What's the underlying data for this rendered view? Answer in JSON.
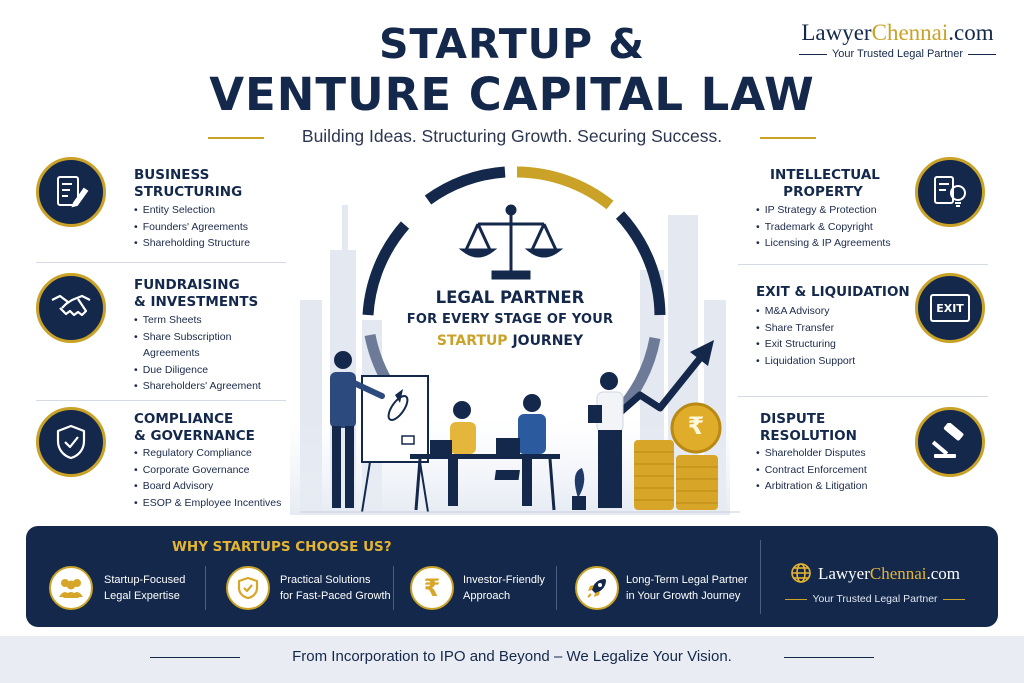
{
  "header": {
    "title_line1": "STARTUP &",
    "title_line2": "VENTURE CAPITAL LAW",
    "tagline": "Building Ideas. Structuring Growth. Securing Success."
  },
  "brand": {
    "name_main": "Lawyer",
    "name_accent": "Chennai",
    "name_suffix": ".com",
    "tagline": "Your Trusted Legal Partner"
  },
  "left_services": [
    {
      "title_1": "BUSINESS",
      "title_2": "STRUCTURING",
      "icon": "document-pen-icon",
      "items": [
        "Entity Selection",
        "Founders' Agreements",
        "Shareholding Structure"
      ]
    },
    {
      "title_1": "FUNDRAISING",
      "title_2": "& INVESTMENTS",
      "icon": "handshake-icon",
      "items": [
        "Term Sheets",
        "Share Subscription",
        "Agreements",
        "Due Diligence",
        "Shareholders' Agreement"
      ]
    },
    {
      "title_1": "COMPLIANCE",
      "title_2": "& GOVERNANCE",
      "icon": "shield-check-icon",
      "items": [
        "Regulatory Compliance",
        "Corporate Governance",
        "Board Advisory",
        "ESOP & Employee Incentives"
      ]
    }
  ],
  "right_services": [
    {
      "title_1": "INTELLECTUAL",
      "title_2": "PROPERTY",
      "icon": "ip-bulb-icon",
      "items": [
        "IP Strategy & Protection",
        "Trademark & Copyright",
        "Licensing & IP Agreements"
      ]
    },
    {
      "title_1": "EXIT & LIQUIDATION",
      "title_2": "",
      "icon": "exit-sign-icon",
      "icon_text": "EXIT",
      "items": [
        "M&A Advisory",
        "Share Transfer",
        "Exit Structuring",
        "Liquidation Support"
      ]
    },
    {
      "title_1": "DISPUTE",
      "title_2": "RESOLUTION",
      "icon": "gavel-icon",
      "items": [
        "Shareholder Disputes",
        "Contract Enforcement",
        "Arbitration & Litigation"
      ]
    }
  ],
  "center": {
    "line1": "LEGAL PARTNER",
    "line2": "FOR EVERY STAGE OF YOUR",
    "line3_accent": "STARTUP",
    "line3_rest": " JOURNEY",
    "icon": "scales-of-justice-icon",
    "coin_symbol": "₹"
  },
  "why": {
    "title": "WHY STARTUPS CHOOSE US?",
    "items": [
      {
        "icon": "team-icon",
        "line1": "Startup-Focused",
        "line2": "Legal Expertise"
      },
      {
        "icon": "shield-check-icon",
        "line1": "Practical Solutions",
        "line2": "for Fast-Paced Growth"
      },
      {
        "icon": "rupee-icon",
        "symbol": "₹",
        "line1": "Investor-Friendly",
        "line2": "Approach"
      },
      {
        "icon": "rocket-icon",
        "line1": "Long-Term Legal Partner",
        "line2": "in Your Growth Journey"
      }
    ],
    "brand_name_main": "Lawyer",
    "brand_name_accent": "Chennai",
    "brand_name_suffix": ".com",
    "brand_tagline": "Your Trusted Legal Partner"
  },
  "footer": {
    "text": "From Incorporation to IPO and Beyond – We Legalize Your Vision."
  },
  "colors": {
    "navy": "#14284b",
    "gold": "#c9a227",
    "footer_bg": "#e9edf3"
  }
}
